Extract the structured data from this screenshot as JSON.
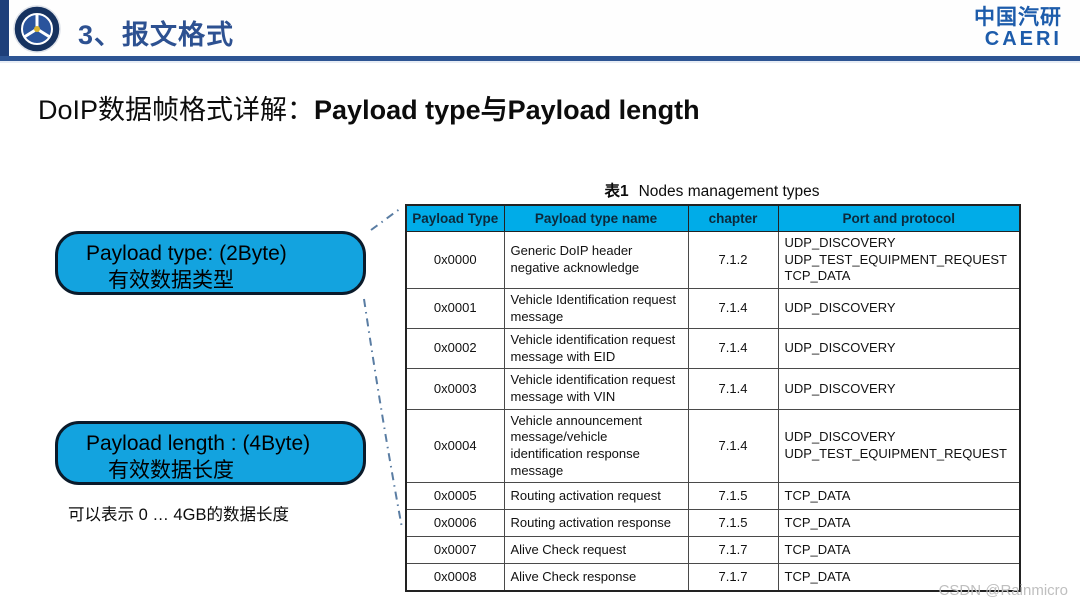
{
  "header": {
    "section_title": "3、报文格式",
    "brand_cn": "中国汽研",
    "brand_en": "CAERI"
  },
  "slide_title": {
    "prefix": "DoIP数据帧格式详解：",
    "emphasis": "Payload type与Payload length"
  },
  "callouts": [
    {
      "line1": "Payload type: (2Byte)",
      "line2": "有效数据类型"
    },
    {
      "line1": "Payload length : (4Byte)",
      "line2": "有效数据长度"
    }
  ],
  "note": "可以表示 0 … 4GB的数据长度",
  "table": {
    "caption_label": "表1",
    "caption_text": "Nodes management types",
    "columns": [
      "Payload Type",
      "Payload type name",
      "chapter",
      "Port and protocol"
    ],
    "rows": [
      {
        "type": "0x0000",
        "name": "Generic DoIP header negative acknowledge",
        "chapter": "7.1.2",
        "ports": [
          "UDP_DISCOVERY",
          "UDP_TEST_EQUIPMENT_REQUEST",
          "TCP_DATA"
        ]
      },
      {
        "type": "0x0001",
        "name": "Vehicle Identification request message",
        "chapter": "7.1.4",
        "ports": [
          "UDP_DISCOVERY"
        ]
      },
      {
        "type": "0x0002",
        "name": "Vehicle identification request message with EID",
        "chapter": "7.1.4",
        "ports": [
          "UDP_DISCOVERY"
        ]
      },
      {
        "type": "0x0003",
        "name": "Vehicle identification request message with VIN",
        "chapter": "7.1.4",
        "ports": [
          "UDP_DISCOVERY"
        ]
      },
      {
        "type": "0x0004",
        "name": "Vehicle announcement message/vehicle identification response message",
        "chapter": "7.1.4",
        "ports": [
          "UDP_DISCOVERY",
          "UDP_TEST_EQUIPMENT_REQUEST"
        ]
      },
      {
        "type": "0x0005",
        "name": "Routing activation request",
        "chapter": "7.1.5",
        "ports": [
          "TCP_DATA"
        ]
      },
      {
        "type": "0x0006",
        "name": "Routing activation response",
        "chapter": "7.1.5",
        "ports": [
          "TCP_DATA"
        ]
      },
      {
        "type": "0x0007",
        "name": "Alive Check request",
        "chapter": "7.1.7",
        "ports": [
          "TCP_DATA"
        ]
      },
      {
        "type": "0x0008",
        "name": "Alive Check response",
        "chapter": "7.1.7",
        "ports": [
          "TCP_DATA"
        ]
      }
    ]
  },
  "watermark": "CSDN @Rainmicro",
  "colors": {
    "accent_cyan_header": "#00ace8",
    "callout_cyan": "#13a3df",
    "navy_title": "#2d5191",
    "brand_blue": "#1d5cab",
    "connector_blue_gray": "#5a7da3"
  }
}
